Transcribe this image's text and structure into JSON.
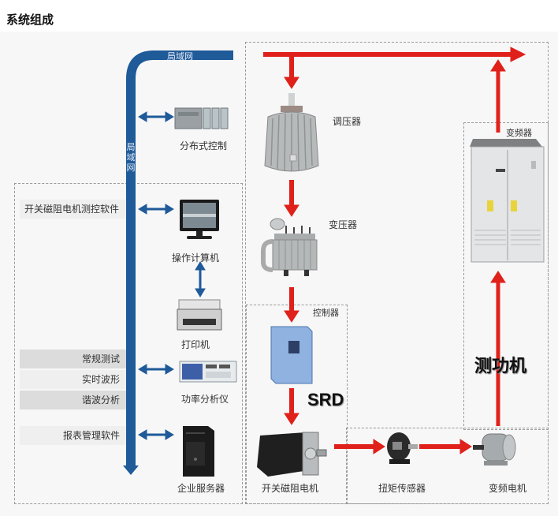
{
  "title": "系统组成",
  "network": {
    "top_label": "局域网",
    "vertical_label": [
      "局",
      "域",
      "网"
    ],
    "color": "#1f5a99"
  },
  "power_color": "#e0201a",
  "software": {
    "srm_software": "开关磁阻电机测控软件",
    "analysis_items": [
      "常规测试",
      "实时波形",
      "谐波分析"
    ],
    "report_software": "报表管理软件"
  },
  "devices": {
    "distributed_control": "分布式控制",
    "operator_pc": "操作计算机",
    "printer": "打印机",
    "power_analyzer": "功率分析仪",
    "enterprise_server": "企业服务器",
    "voltage_regulator": "调压器",
    "transformer": "变压器",
    "controller": "控制器",
    "srm_motor": "开关磁阻电机",
    "torque_sensor": "扭矩传感器",
    "vf_motor": "变频电机",
    "inverter": "变频器"
  },
  "groups": {
    "srd": "SRD",
    "dynamometer": "测功机"
  }
}
